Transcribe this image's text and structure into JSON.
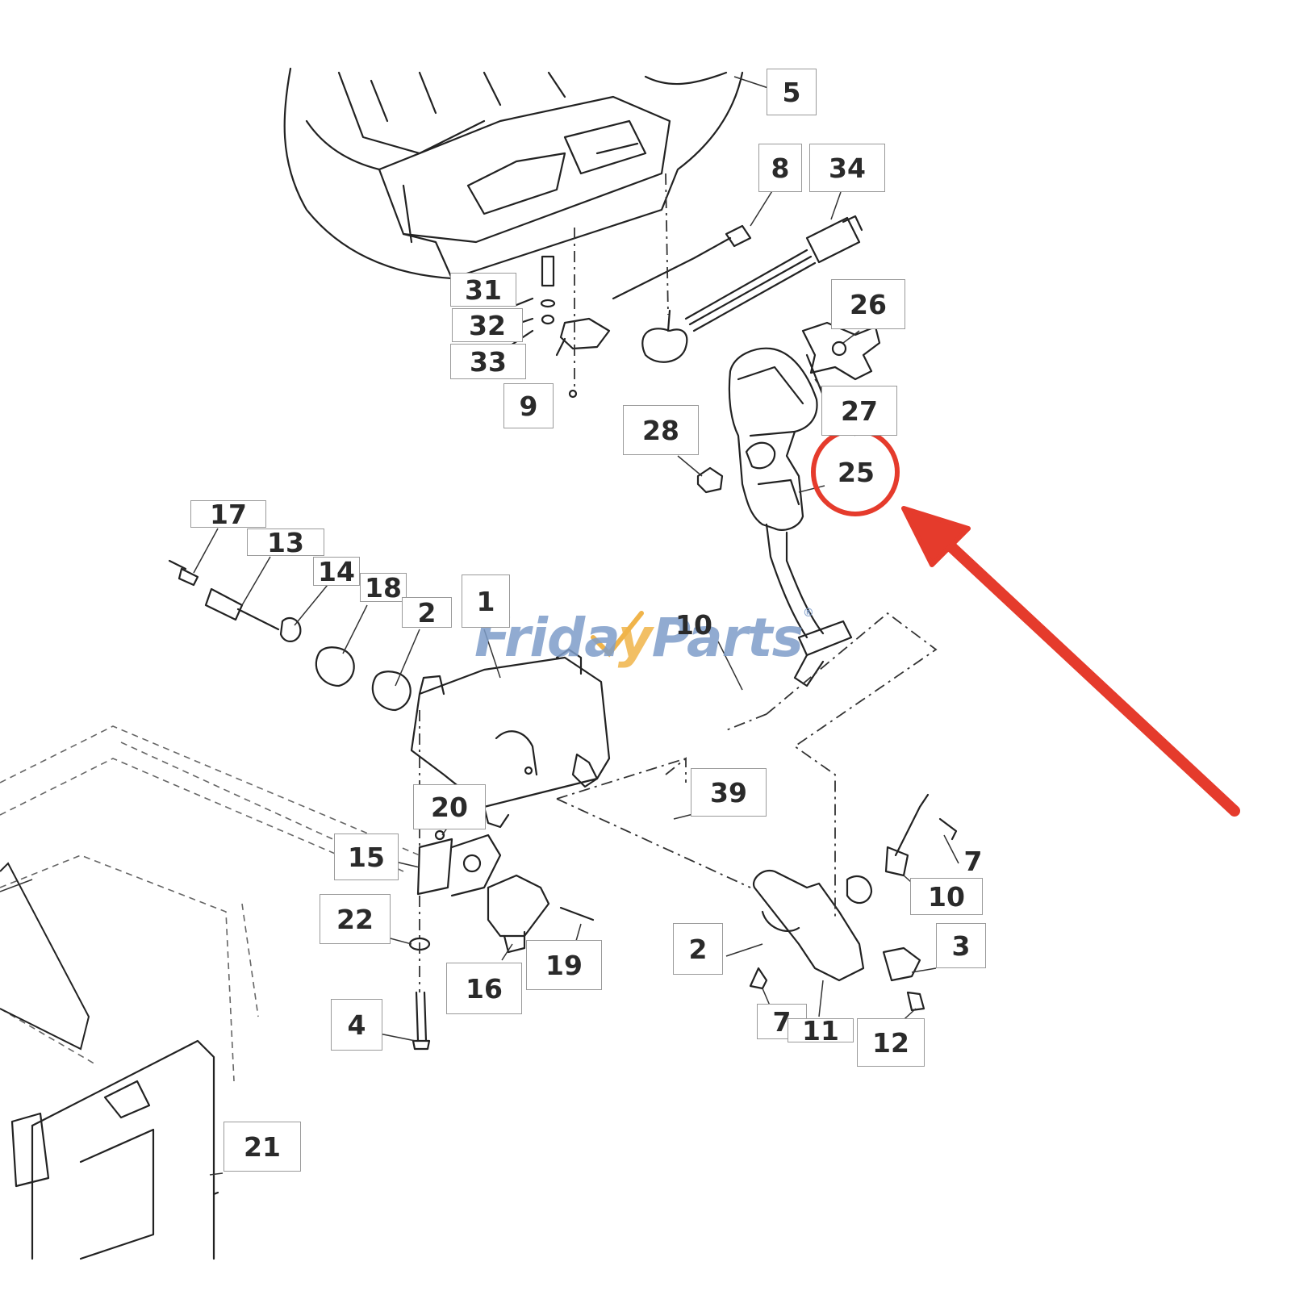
{
  "diagram": {
    "part_labels": {
      "p5": "5",
      "p8": "8",
      "p34": "34",
      "p31": "31",
      "p32": "32",
      "p33": "33",
      "p9": "9",
      "p26": "26",
      "p27": "27",
      "p28": "28",
      "p25": "25",
      "p17": "17",
      "p13": "13",
      "p14": "14",
      "p18": "18",
      "p2a": "2",
      "p1": "1",
      "p10a": "10",
      "p39": "39",
      "p20": "20",
      "p15": "15",
      "p22": "22",
      "p16": "16",
      "p19": "19",
      "p4": "4",
      "p21": "21",
      "p2b": "2",
      "p7a": "7",
      "p10b": "10",
      "p3": "3",
      "p7b": "7",
      "p11": "11",
      "p12": "12"
    },
    "highlight": {
      "label": "25",
      "color": "#e53b2c"
    }
  },
  "watermark": {
    "text_left": "Frida",
    "text_accent": "y",
    "text_right": "Parts",
    "mark": "®"
  }
}
